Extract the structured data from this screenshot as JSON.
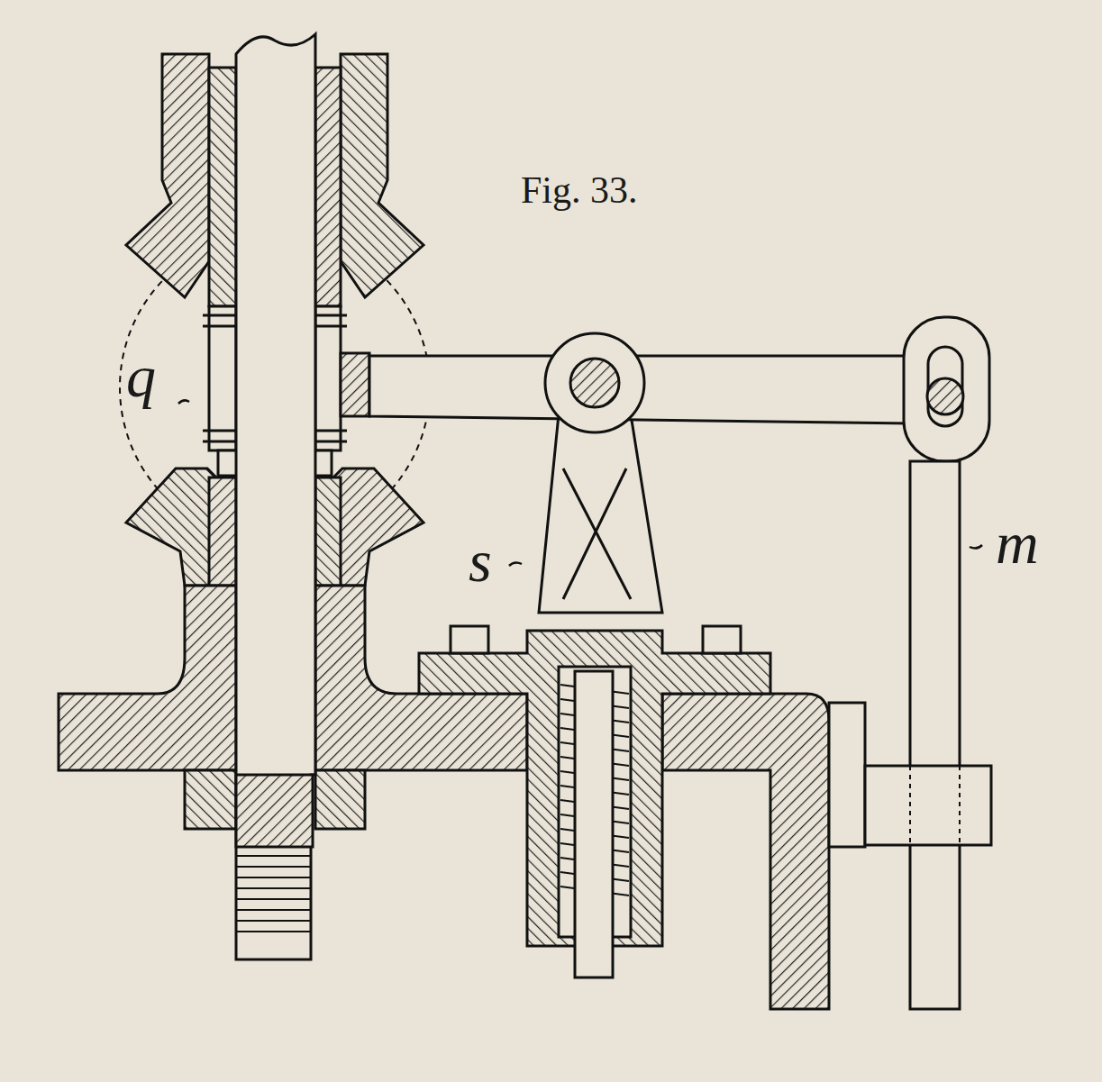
{
  "diagram": {
    "title": "Fig. 33.",
    "labels": [
      "q",
      "s",
      "m"
    ]
  }
}
